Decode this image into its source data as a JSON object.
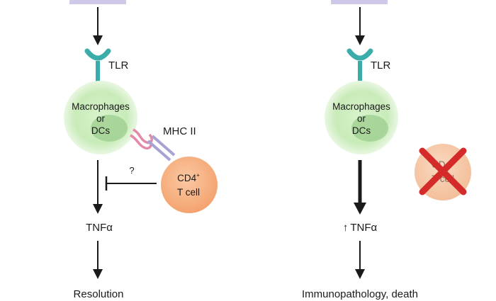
{
  "left_panel": {
    "receptor_label": "TLR",
    "cell_label_lines": [
      "Macrophages",
      "or",
      "DCs"
    ],
    "mhc_label": "MHC II",
    "inhibition_label": "?",
    "tcell_label": "CD4",
    "tcell_label_sup": "+",
    "tcell_label_line2": "T cell",
    "cytokine_label": "TNFα",
    "outcome_label": "Resolution"
  },
  "right_panel": {
    "receptor_label": "TLR",
    "cell_label_lines": [
      "Macrophages",
      "or",
      "DCs"
    ],
    "absent_tcell_label": "CD4",
    "absent_tcell_label_sup": "+",
    "absent_tcell_label_line2": "T cell",
    "cytokine_arrow_glyph": "↑",
    "cytokine_label": "TNFα",
    "outcome_label": "Immunopathology, death"
  },
  "colors": {
    "ligand_box": "#cfc8e8",
    "receptor": "#3aacaa",
    "myeloid_cell": "#c8ebb8",
    "myeloid_nucleus": "#9fd091",
    "t_cell": "#f6ad7c",
    "mhc_pink": "#e38aa8",
    "mhc_lilac": "#a7a2d4",
    "cross": "#d42a2a"
  }
}
